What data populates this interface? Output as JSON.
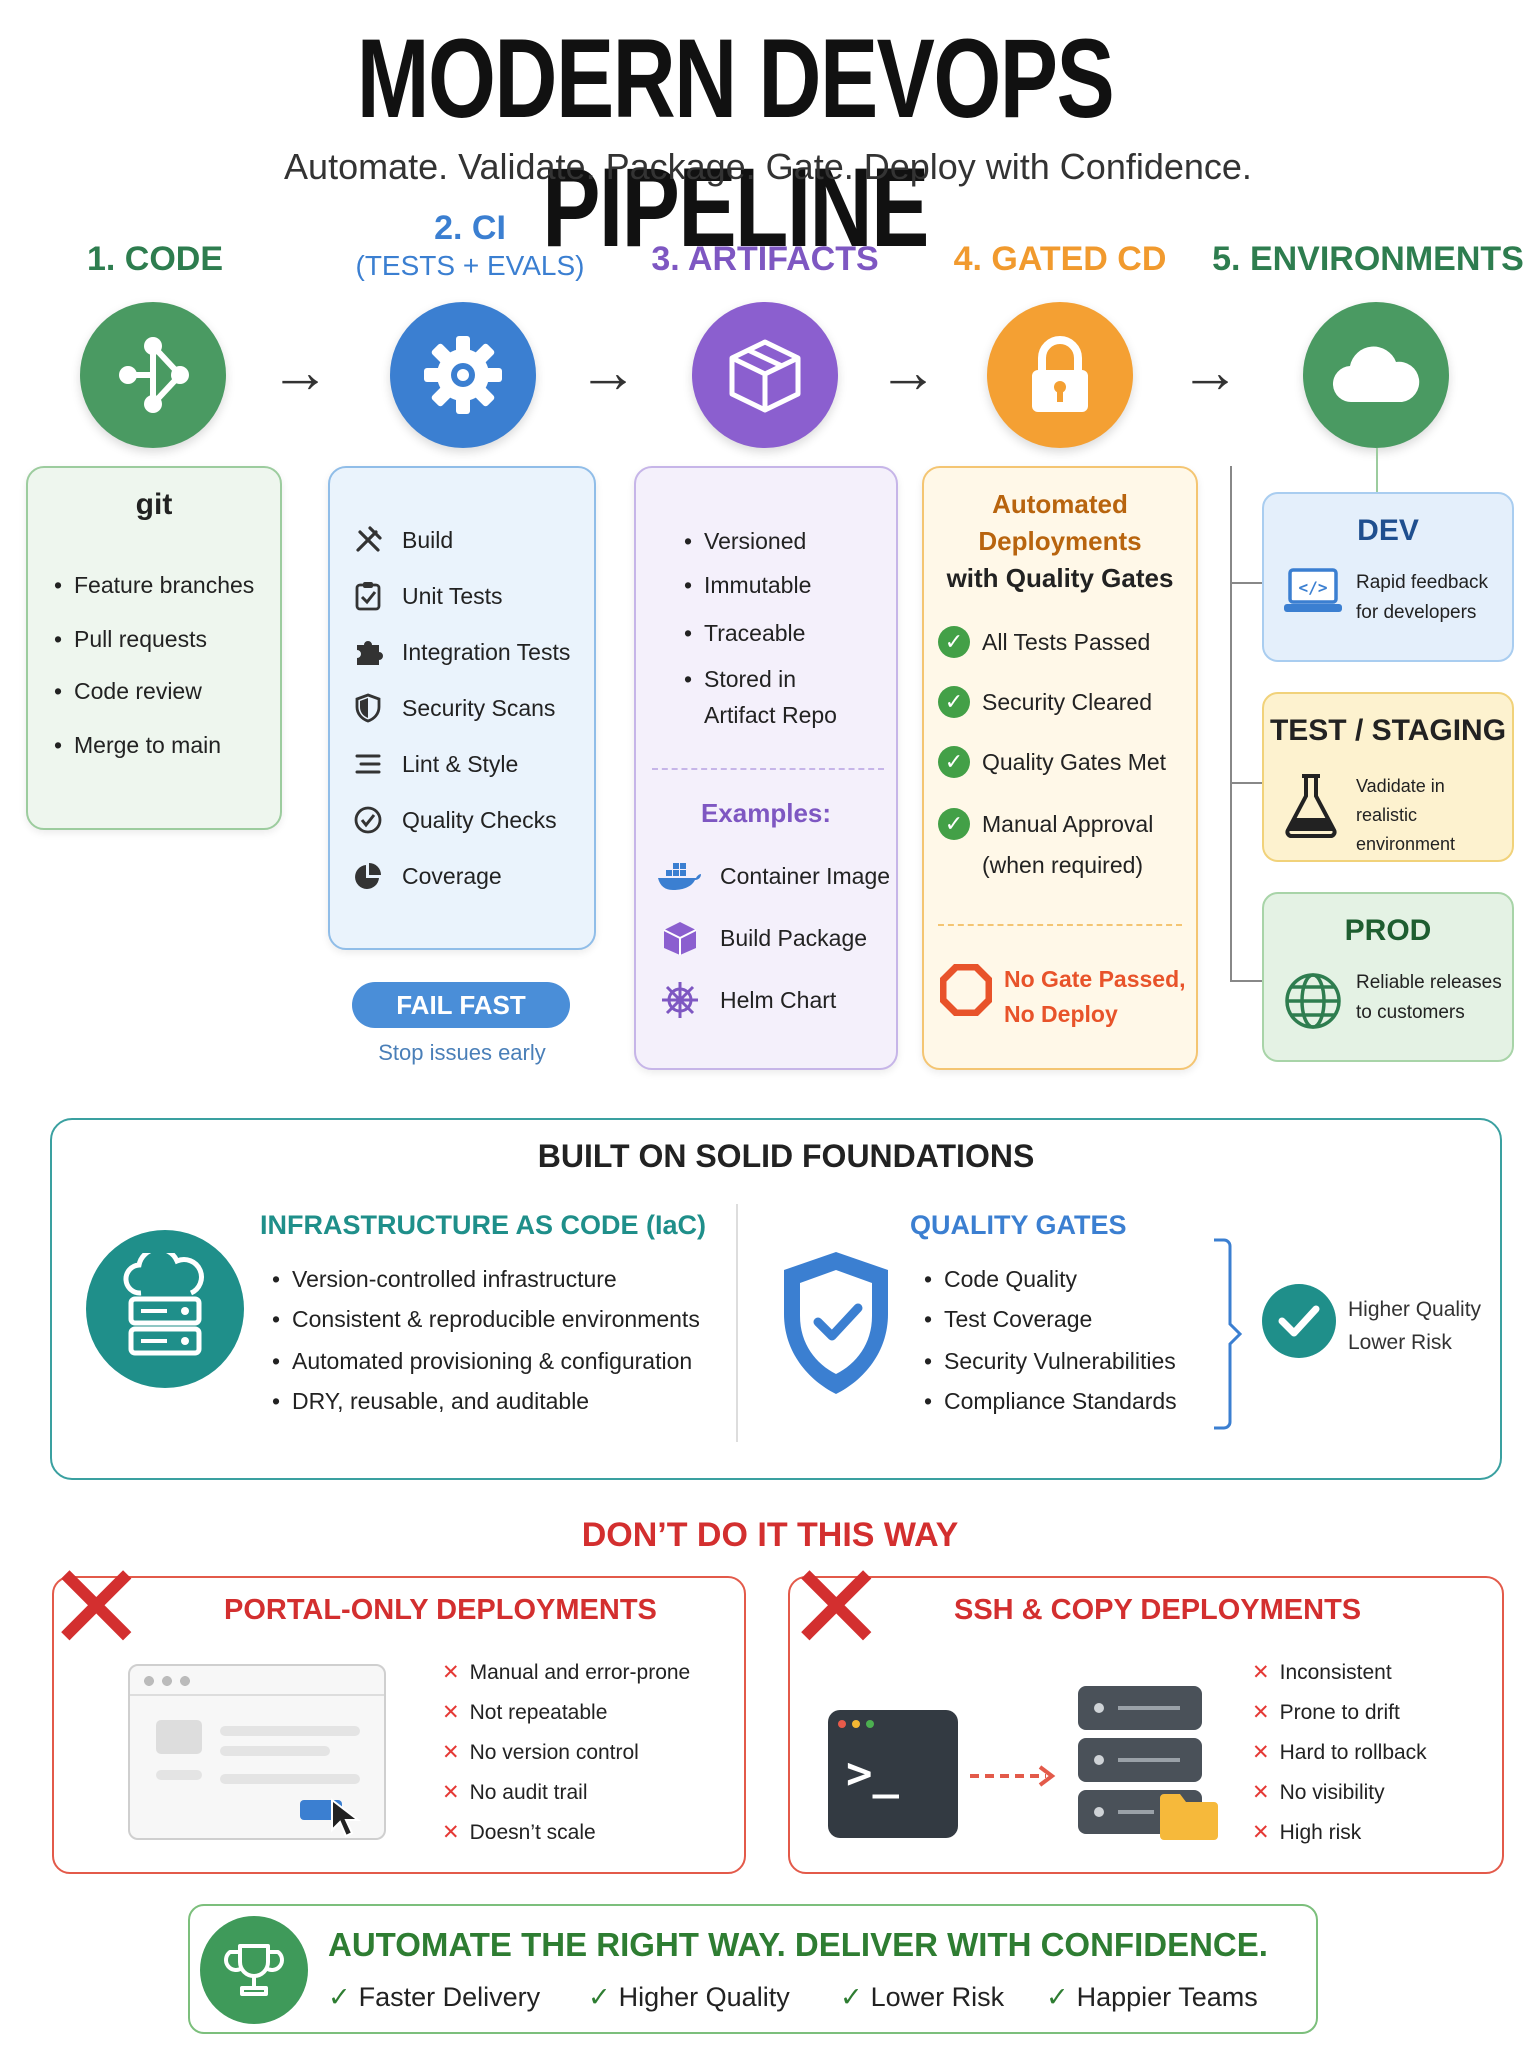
{
  "title": "MODERN DEVOPS PIPELINE",
  "subtitle": "Automate. Validate. Package. Gate. Deploy with Confidence.",
  "colors": {
    "code": "#2e7d4f",
    "ci": "#3b7fd1",
    "artifacts": "#7e57c2",
    "cd": "#f19a2e",
    "env": "#2e7d4f",
    "bad": "#d32f2f",
    "teal": "#1f8f8a"
  },
  "stages": {
    "code": {
      "title": "1. CODE",
      "icon": "git-branch-icon"
    },
    "ci": {
      "title": "2. CI",
      "subtitle": "(TESTS + EVALS)",
      "icon": "gear-icon"
    },
    "artifacts": {
      "title": "3. ARTIFACTS",
      "icon": "box-icon"
    },
    "cd": {
      "title": "4. GATED CD",
      "icon": "lock-icon"
    },
    "env": {
      "title": "5. ENVIRONMENTS",
      "icon": "cloud-icon"
    }
  },
  "arrow": "→",
  "code_card": {
    "heading": "git",
    "items": [
      "Feature branches",
      "Pull requests",
      "Code review",
      "Merge to main"
    ]
  },
  "ci_card": {
    "items": [
      "Build",
      "Unit Tests",
      "Integration Tests",
      "Security Scans",
      "Lint & Style",
      "Quality Checks",
      "Coverage"
    ],
    "fail_fast": "FAIL FAST",
    "fail_fast_note": "Stop issues early"
  },
  "artifacts_card": {
    "bullets": [
      "Versioned",
      "Immutable",
      "Traceable",
      "Stored in",
      "Artifact Repo"
    ],
    "examples_label": "Examples:",
    "examples": [
      "Container Image",
      "Build Package",
      "Helm Chart"
    ]
  },
  "cd_card": {
    "heading_lines": [
      "Automated",
      "Deployments"
    ],
    "heading_bold": "with Quality Gates",
    "checks": [
      "All Tests Passed",
      "Security Cleared",
      "Quality Gates Met",
      "Manual Approval"
    ],
    "checks_note": "(when required)",
    "no_gate_lines": [
      "No Gate Passed,",
      "No Deploy"
    ]
  },
  "environments": [
    {
      "title": "DEV",
      "desc_lines": [
        "Rapid feedback",
        "for developers"
      ]
    },
    {
      "title": "TEST / STAGING",
      "desc_lines": [
        "Vadidate in",
        "realistic environment"
      ]
    },
    {
      "title": "PROD",
      "desc_lines": [
        "Reliable releases",
        "to customers"
      ]
    }
  ],
  "foundations": {
    "title": "BUILT ON SOLID FOUNDATIONS",
    "iac_title": "INFRASTRUCTURE AS CODE (IaC)",
    "iac_items": [
      "Version-controlled infrastructure",
      "Consistent & reproducible environments",
      "Automated provisioning & configuration",
      "DRY, reusable, and auditable"
    ],
    "qg_title": "QUALITY GATES",
    "qg_items": [
      "Code Quality",
      "Test Coverage",
      "Security Vulnerabilities",
      "Compliance Standards"
    ],
    "result_lines": [
      "Higher Quality",
      "Lower Risk"
    ]
  },
  "dont": {
    "title": "DON’T DO IT THIS WAY",
    "portal_title": "PORTAL-ONLY DEPLOYMENTS",
    "portal_items": [
      "Manual and error-prone",
      "Not repeatable",
      "No version control",
      "No audit trail",
      "Doesn’t scale"
    ],
    "ssh_title": "SSH & COPY DEPLOYMENTS",
    "ssh_items": [
      "Inconsistent",
      "Prone to drift",
      "Hard to rollback",
      "No visibility",
      "High risk"
    ],
    "terminal_prompt": ">_",
    "cross": "✕"
  },
  "bottom": {
    "title": "AUTOMATE THE RIGHT WAY. DELIVER WITH CONFIDENCE.",
    "items": [
      "Faster Delivery",
      "Higher Quality",
      "Lower Risk",
      "Happier Teams"
    ],
    "tick": "✓"
  }
}
